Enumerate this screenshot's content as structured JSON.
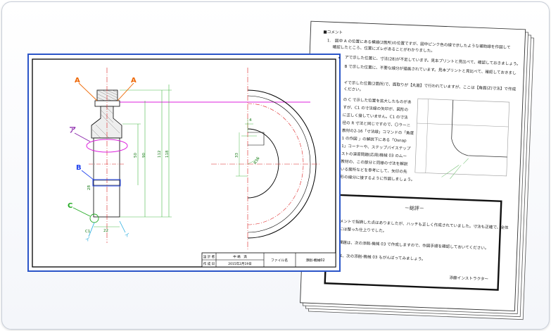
{
  "comment_sheet": {
    "heading": "■コメント",
    "item1": "1.　図中 A の位置にある横線(2箇所)の位置ですが、図中ピンク色の線で示したような補助線を作図して",
    "item1b": "確認したところ、位置にズレがあることがわかりました。",
    "item2": "アで示した位置に、寸法(28)が不足しています。見本プリントと見比べて、確認しておきましょう。",
    "item3": "B で示した位置に、不要な線分が描画されています。見本プリントと見比べて、確認しておきまし",
    "item4": "イで示した位置(2箇所)で、面取りが【丸面】で行われていますが、ここは【角面(Z)寸法】で作成",
    "item4b": "ください。",
    "item5_lines": [
      "の C で示した位置を拡大したものがあ",
      "すが、C1 の寸法線の矢印が、図形の",
      "に正しく接していません。C1 の寸法",
      "径の R 寸法と同じですので、〇ラーニ",
      "教材の2-16「寸法線」コマンドの「角度",
      "1 の作図 」の解説下にある「Osnap",
      "1」コーナーや、ステップバイステップ",
      "ストの演習問題(応用)機械 03 のムー",
      "教材の、この部分と同様の寸法を解説",
      "いる箇所などを参考にして、矢印の先",
      "形の線分に接するように作図しましょう。"
    ],
    "review_title": "－総評－",
    "review_lines": [
      "コメントで指摘した点はありましたが、ハッチも正しく作成されていました。寸法も正確で、全体",
      "的には整った仕上りでした。",
      "の課題は、次の添削-機械 03 で作成しますので、作図手順を確認しておいてください。",
      "では、次の添削-機械 03 もがんばってみましょう。"
    ],
    "signature": "添藤インストラクター"
  },
  "drawing": {
    "labels": {
      "a": "A",
      "a2": "A",
      "ya": "ア",
      "b": "B",
      "c": "C",
      "i1": "イ",
      "i2": "イ"
    },
    "dims": {
      "d22": "22",
      "d28": "28",
      "c1": "C1",
      "d4": "4",
      "d33": "33",
      "d50": "50",
      "d90": "90",
      "d112": "112",
      "d118": "118",
      "r16": "R16"
    },
    "title_block": {
      "designer_label": "設 計 者",
      "designer": "中 嶋　満",
      "date_label": "作 成 日",
      "date": "2015年2月19日",
      "file_label": "ファイル名",
      "file": "添削-機械02"
    }
  },
  "colors": {
    "pink": "#dd22dd",
    "green": "#22aa22",
    "orange": "#ee6600",
    "purple": "#8822aa",
    "blue": "#2244ee",
    "red": "#dd2222",
    "cyan": "#22aadd",
    "highlight": "#3a6bd8"
  }
}
